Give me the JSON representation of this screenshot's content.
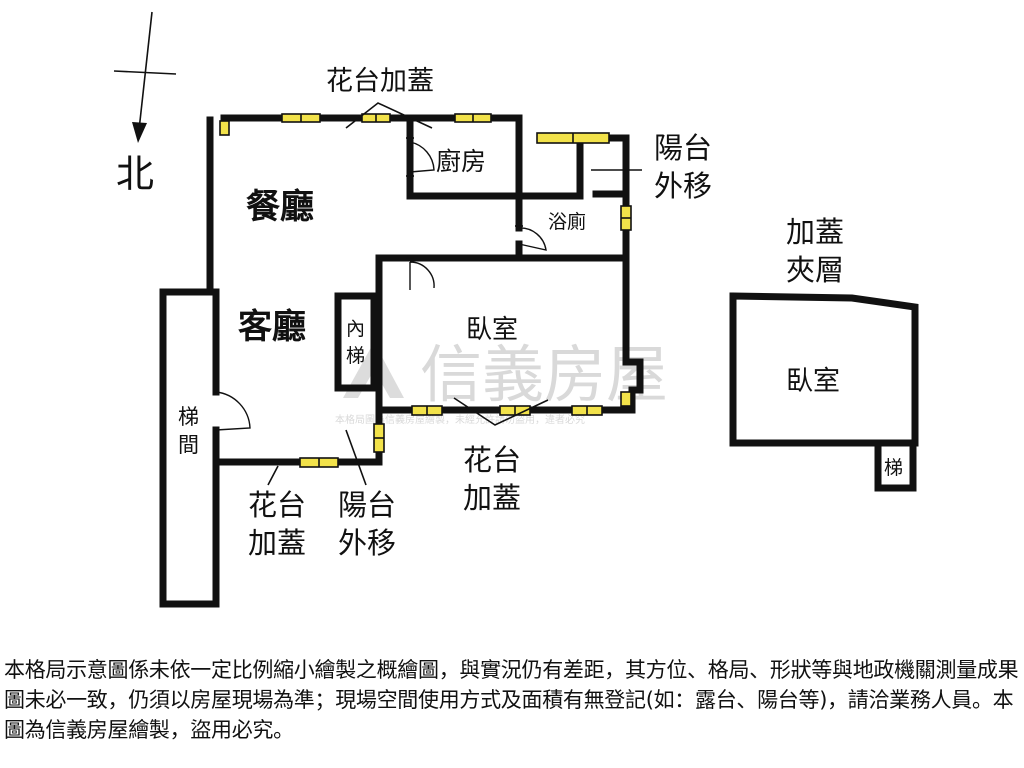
{
  "compass": {
    "label": "北"
  },
  "rooms": {
    "dining": "餐廳",
    "living": "客廳",
    "kitchen": "廚房",
    "bath": "浴廁",
    "bedroom_main": "臥室",
    "inner_stair_1": "內",
    "inner_stair_2": "梯",
    "stairwell_1": "梯",
    "stairwell_2": "間"
  },
  "annotations": {
    "top_planter": "花台加蓋",
    "balcony_right_1": "陽台",
    "balcony_right_2": "外移",
    "bottom_left_planter_1": "花台",
    "bottom_left_planter_2": "加蓋",
    "bottom_left_balcony_1": "陽台",
    "bottom_left_balcony_2": "外移",
    "bottom_right_planter_1": "花台",
    "bottom_right_planter_2": "加蓋"
  },
  "mezzanine": {
    "title_1": "加蓋",
    "title_2": "夾層",
    "bedroom": "臥室",
    "stair": "梯"
  },
  "watermark": {
    "brand": "信義房屋",
    "notice": "本格局圖為信義房屋繪製，未經允許請勿盜用，違者必究"
  },
  "disclaimer": "本格局示意圖係未依一定比例縮小繪製之概繪圖，與實況仍有差距，其方位、格局、形狀等與地政機關測量成果圖未必一致，仍須以房屋現場為準；現場空間使用方式及面積有無登記(如：露台、陽台等)，請洽業務人員。本圖為信義房屋繪製，盜用必究。",
  "colors": {
    "window": "#f2e24a",
    "wall": "#111111",
    "watermark": "#d9d9d9"
  }
}
